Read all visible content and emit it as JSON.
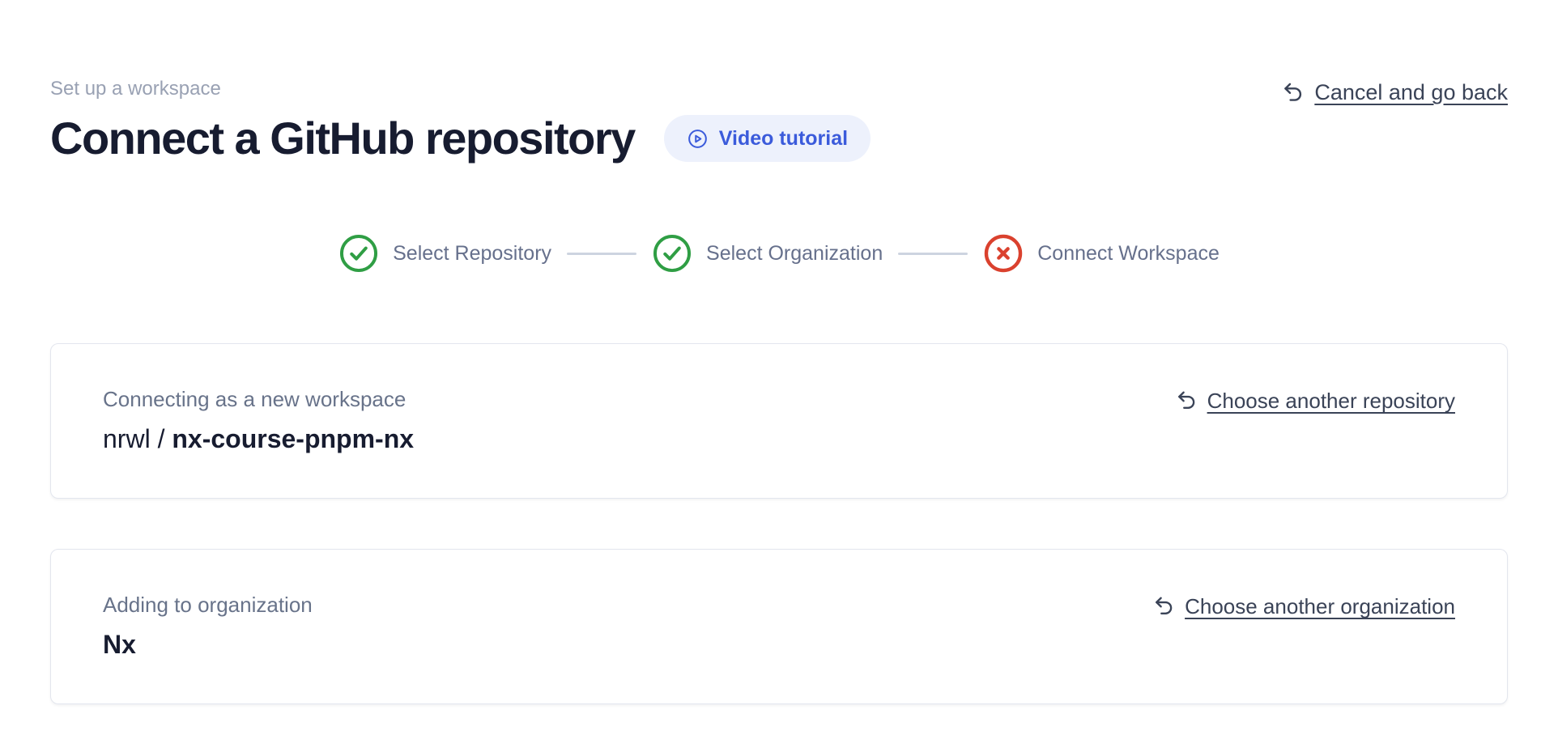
{
  "page": {
    "eyebrow": "Set up a workspace",
    "title": "Connect a GitHub repository",
    "video_button": {
      "label": "Video tutorial",
      "icon": "play-circle"
    },
    "cancel_link": {
      "label": "Cancel and go back",
      "icon": "undo-arrow"
    }
  },
  "stepper": {
    "steps": [
      {
        "label": "Select Repository",
        "status": "complete",
        "icon": "check-circle"
      },
      {
        "label": "Select Organization",
        "status": "complete",
        "icon": "check-circle"
      },
      {
        "label": "Connect Workspace",
        "status": "error",
        "icon": "x-circle"
      }
    ]
  },
  "cards": [
    {
      "label": "Connecting as a new workspace",
      "value_prefix": "nrwl / ",
      "value": "nx-course-pnpm-nx",
      "action": "Choose another repository",
      "action_icon": "undo-arrow"
    },
    {
      "label": "Adding to organization",
      "value_prefix": "",
      "value": "Nx",
      "action": "Choose another organization",
      "action_icon": "undo-arrow"
    }
  ],
  "colors": {
    "accent_blue": "#3b5bdb",
    "accent_blue_bg": "#edf1fc",
    "success_green": "#2f9e44",
    "error_red": "#da412e",
    "heading": "#171c30",
    "eyebrow_gray": "#99a1b3",
    "step_label": "#66708c",
    "connector": "#cdd4e0",
    "link": "#3a4357",
    "card_label": "#68738a",
    "card_border": "#e3e6ee"
  }
}
